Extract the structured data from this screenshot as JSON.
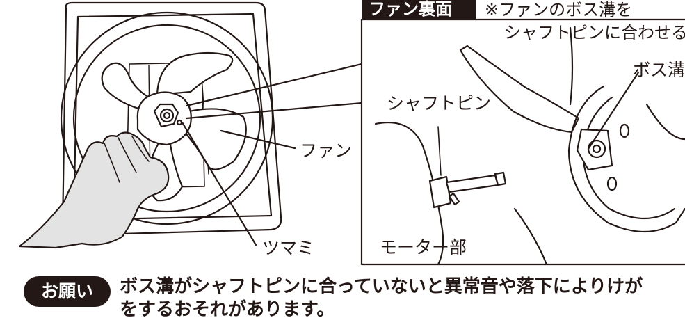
{
  "figure": {
    "labels": {
      "fan": "ファン",
      "knob": "ツマミ",
      "shaft_pin": "シャフトピン",
      "motor": "モーター部",
      "boss_groove": "ボス溝"
    },
    "detail": {
      "badge": "ファン裏面",
      "note_line1": "※ファンのボス溝を",
      "note_line2": "シャフトピンに合わせる"
    }
  },
  "warning": {
    "badge": "お願い",
    "line1": "ボス溝がシャフトピンに合っていないと異常音や落下によりけが",
    "line2": "をするおそれがあります。"
  }
}
